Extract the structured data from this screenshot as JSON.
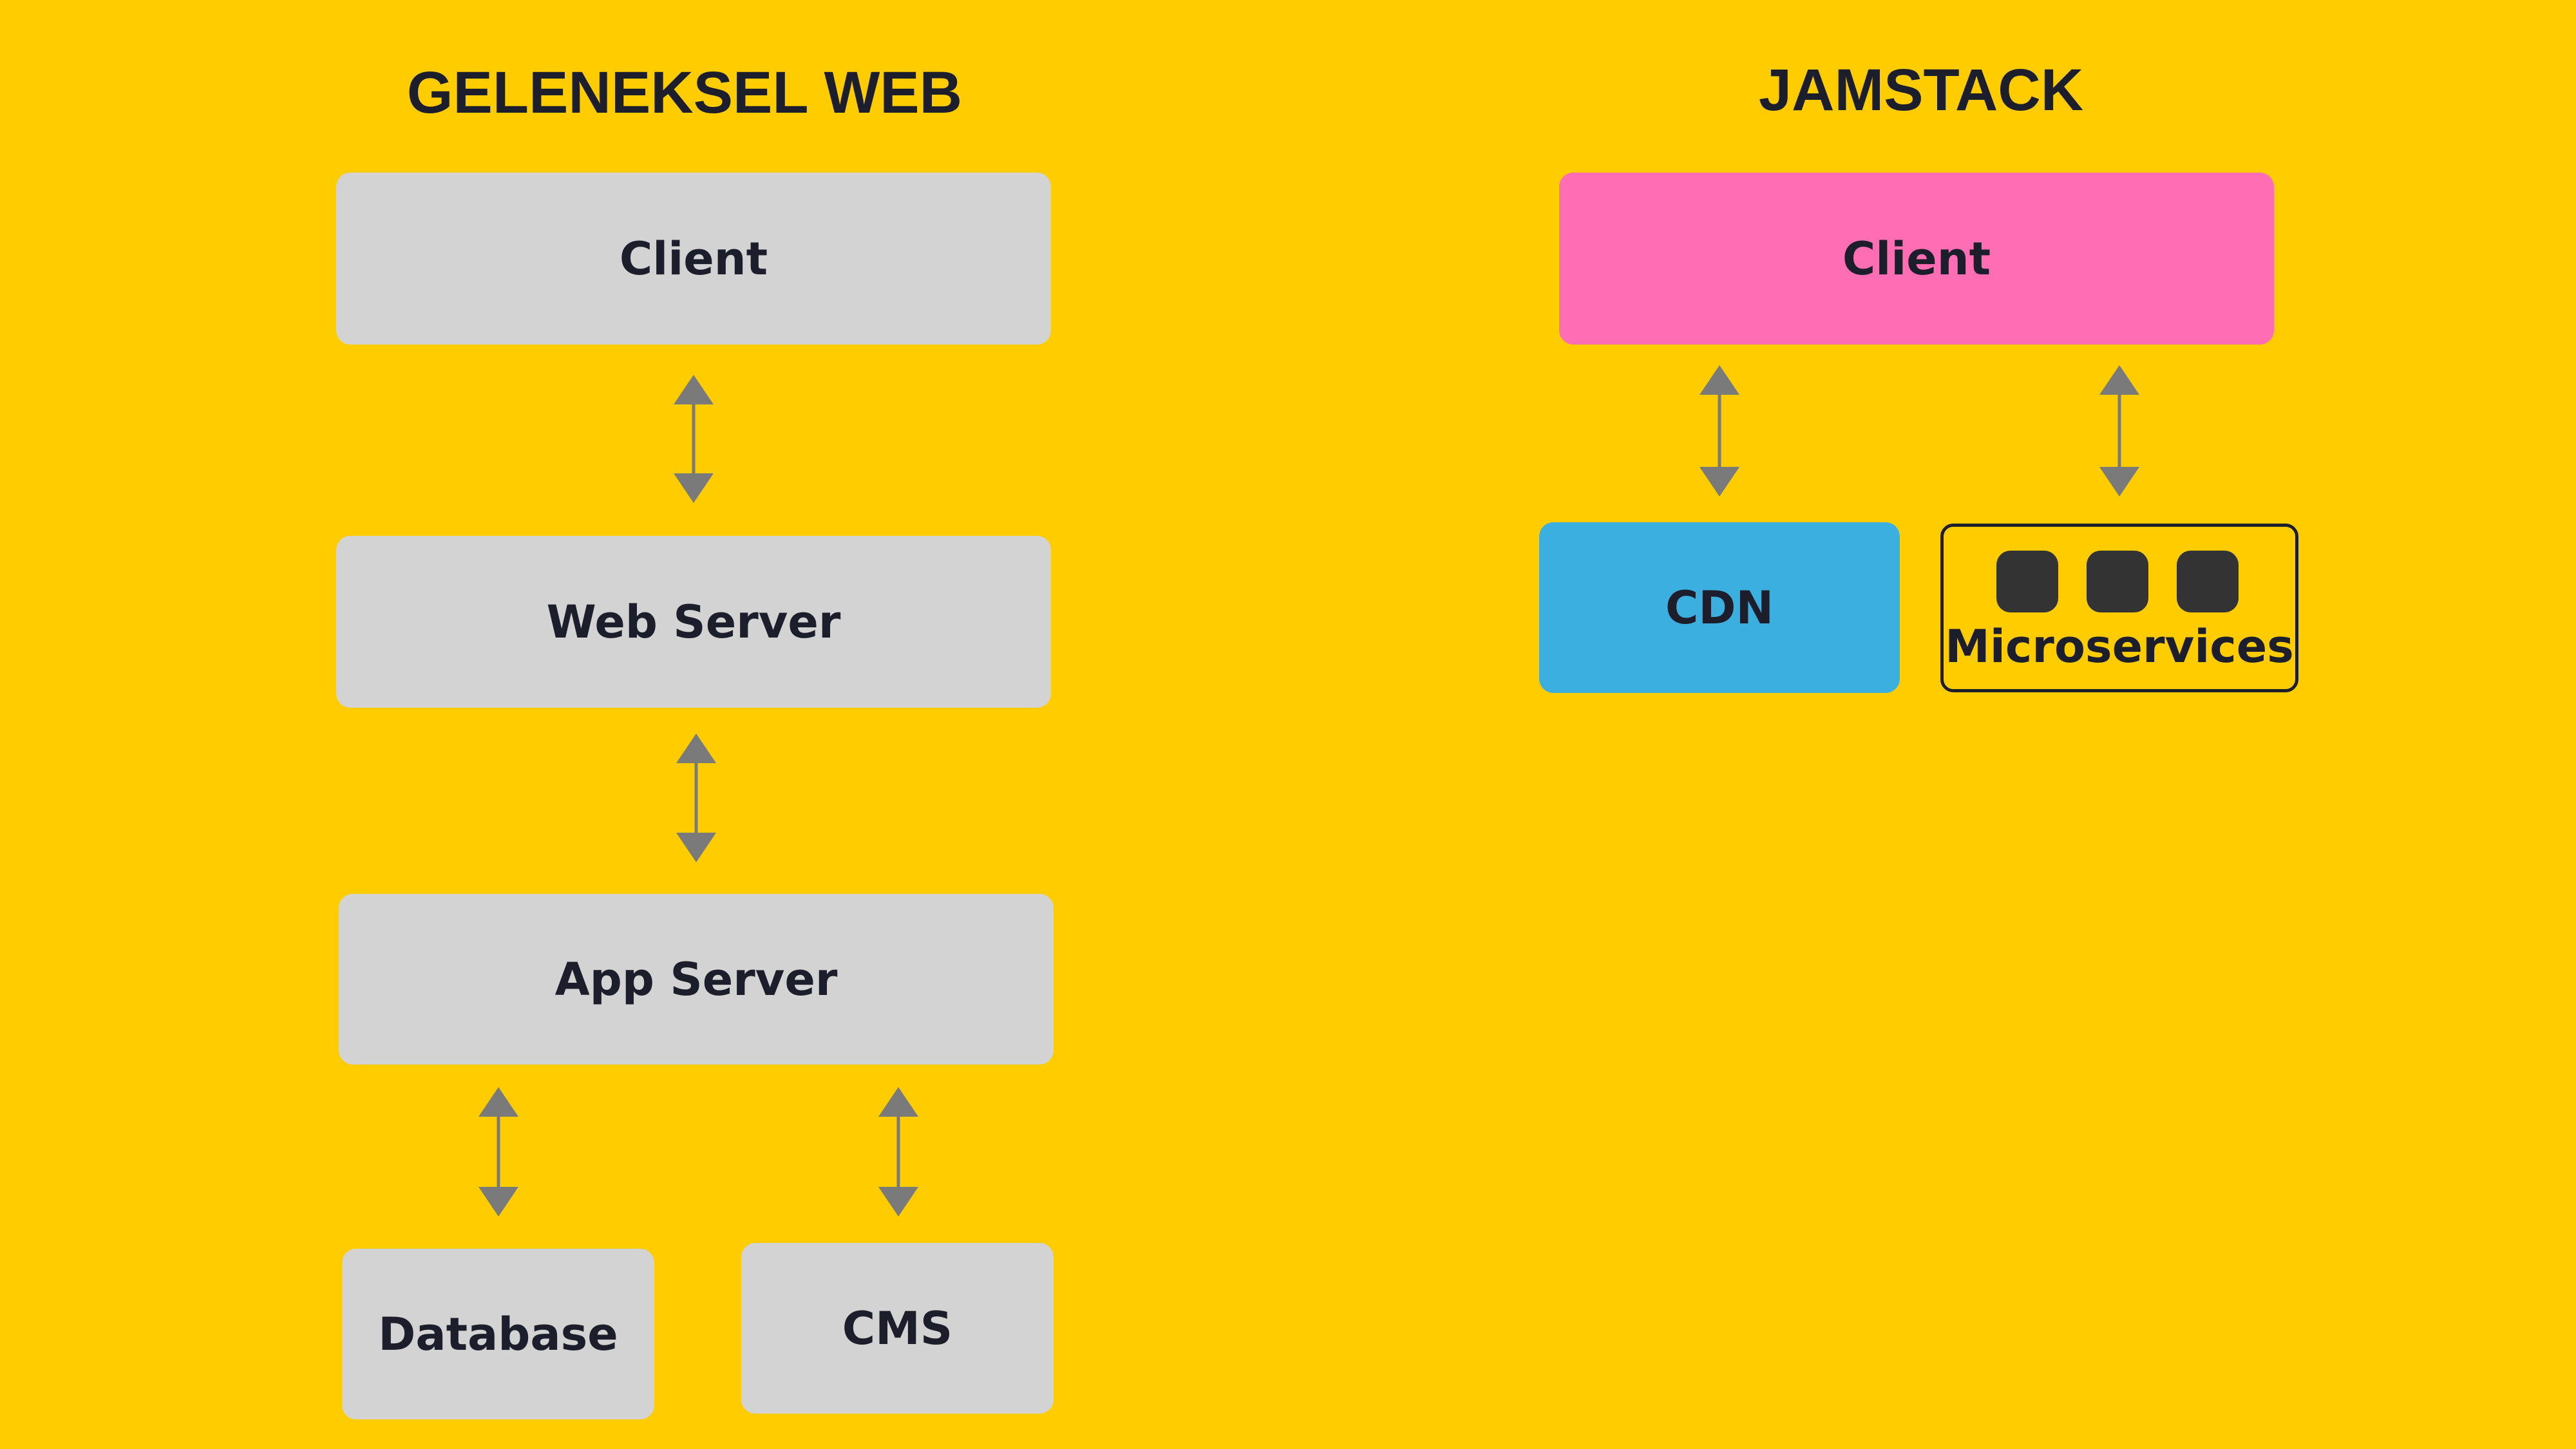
{
  "colors": {
    "background": "#ffcc00",
    "traditional_box": "#d3d3d3",
    "jamstack_client": "#ff6eb4",
    "cdn": "#3bb0e0",
    "text": "#1c1f2b",
    "arrow": "#7a7a7a",
    "microservice_square": "#333333"
  },
  "traditional": {
    "heading": "GELENEKSEL WEB",
    "client": "Client",
    "web_server": "Web Server",
    "app_server": "App Server",
    "database": "Database",
    "cms": "CMS"
  },
  "jamstack": {
    "heading": "JAMSTACK",
    "client": "Client",
    "cdn": "CDN",
    "microservices": "Microservices"
  },
  "icons": {
    "arrow": "double-headed-vertical-arrow",
    "microservice": "rounded-square-icon"
  }
}
